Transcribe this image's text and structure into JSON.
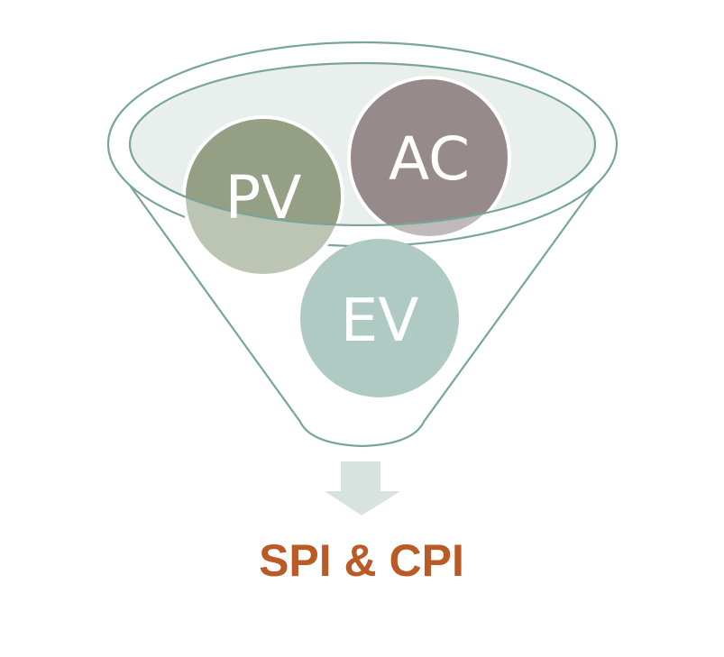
{
  "diagram": {
    "inputs": [
      {
        "label": "PV",
        "color": "#949F84",
        "faded_color": "#BCC4B4"
      },
      {
        "label": "AC",
        "color": "#968B8A",
        "faded_color": "#C0BABA"
      },
      {
        "label": "EV",
        "color": "#AFCAC3",
        "faded_color": "#AFCAC3"
      }
    ],
    "output": {
      "label": "SPI & CPI",
      "color": "#BA5B26"
    },
    "funnel_color": "#78A59A",
    "funnel_fill": "#E8EFED",
    "arrow_color": "#D8E2DF"
  }
}
